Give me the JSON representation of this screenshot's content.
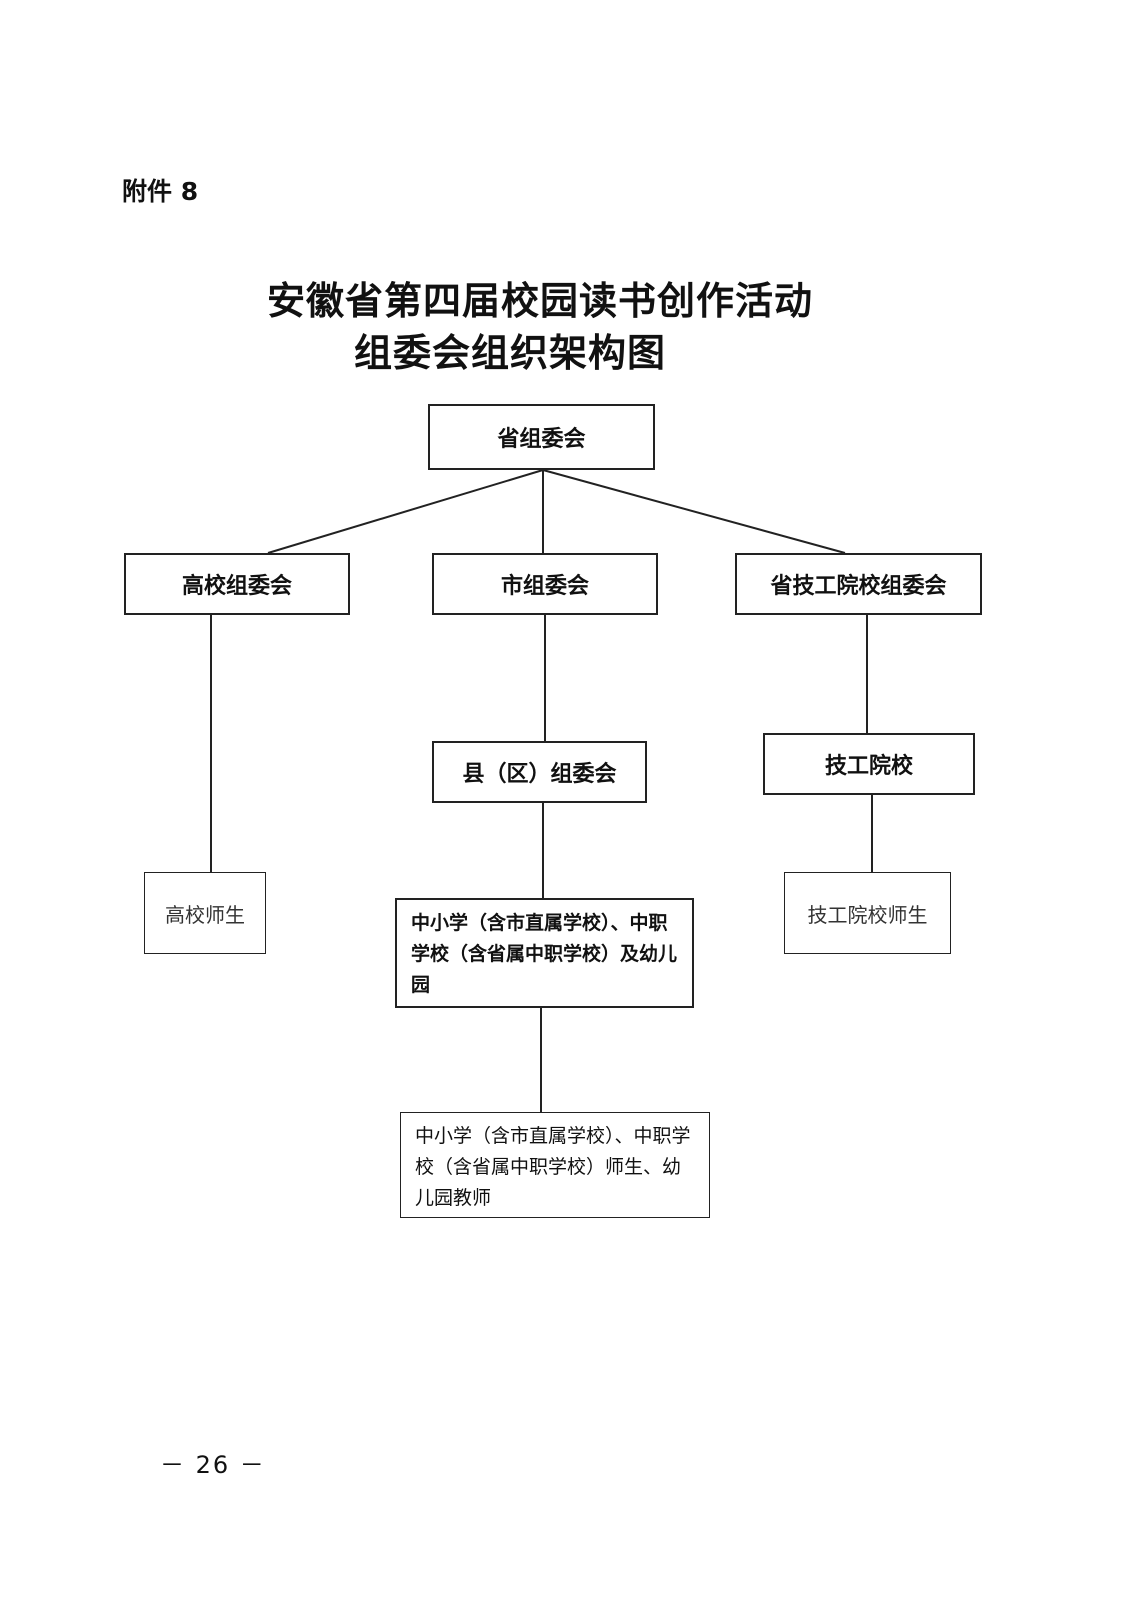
{
  "annex_label": "附件 8",
  "title_line1": "安徽省第四届校园读书创作活动",
  "title_line2": "组委会组织架构图",
  "nodes": {
    "provincial": "省组委会",
    "university": "高校组委会",
    "city": "市组委会",
    "technical": "省技工院校组委会",
    "county": "县（区）组委会",
    "technical_schools": "技工院校",
    "university_members": "高校师生",
    "schools": "中小学（含市直属学校）、中职学校（含省属中职学校）及幼儿园",
    "technical_members": "技工院校师生",
    "school_members": "中小学（含市直属学校）、中职学校（含省属中职学校）师生、幼儿园教师"
  },
  "page_number": "－ 26 －"
}
